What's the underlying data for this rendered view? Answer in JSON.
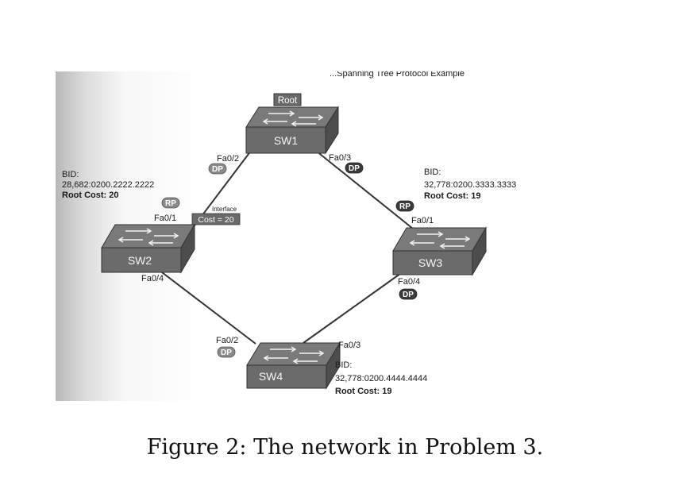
{
  "header_fragment": "...Spanning Tree Protocol Example",
  "root_badge": "Root",
  "switches": {
    "sw1": {
      "name": "SW1"
    },
    "sw2": {
      "name": "SW2"
    },
    "sw3": {
      "name": "SW3"
    },
    "sw4": {
      "name": "SW4"
    }
  },
  "ports": {
    "sw1_fa02": "Fa0/2",
    "sw1_fa03": "Fa0/3",
    "sw2_fa01": "Fa0/1",
    "sw2_fa04": "Fa0/4",
    "sw3_fa01": "Fa0/1",
    "sw3_fa04": "Fa0/4",
    "sw4_fa02": "Fa0/2",
    "sw4_fa03": "Fa0/3"
  },
  "roles": {
    "sw1_fa02": "DP",
    "sw1_fa03": "DP",
    "sw2_fa01": "RP",
    "sw3_fa01": "RP",
    "sw3_fa04": "DP",
    "sw4_fa02": "DP"
  },
  "interface_note": {
    "label": "Interface",
    "cost": "Cost = 20"
  },
  "bids": {
    "sw2": {
      "label": "BID:",
      "value": "28,682:0200.2222.2222",
      "cost": "Root Cost: 20"
    },
    "sw3": {
      "label": "BID:",
      "value": "32,778:0200.3333.3333",
      "cost": "Root Cost: 19"
    },
    "sw4": {
      "label": "BID:",
      "value": "32,778:0200.4444.4444",
      "cost": "Root Cost: 19"
    }
  },
  "caption": {
    "label": "Figure 2:",
    "text": "The network in Problem 3."
  }
}
